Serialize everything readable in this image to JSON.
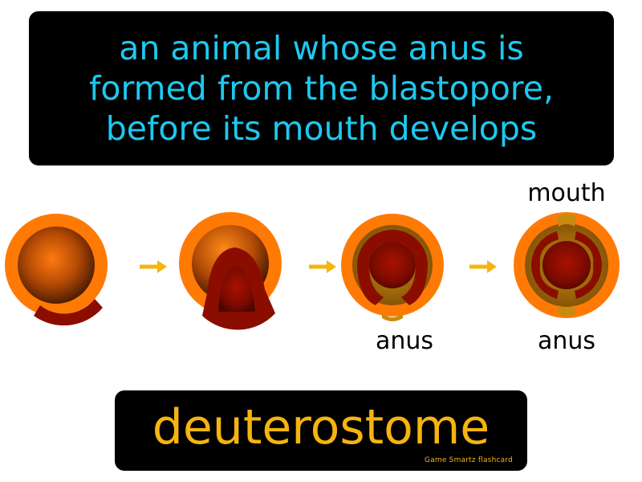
{
  "definition": {
    "lines": [
      "an animal whose anus is",
      "formed from the blastopore,",
      "before its mouth develops"
    ]
  },
  "diagram": {
    "labels": {
      "anus_stage3": "anus",
      "anus_stage4": "anus",
      "mouth_stage4": "mouth"
    }
  },
  "term": "deuterostome",
  "credit": "Game Smartz flashcard",
  "colors": {
    "definition_text": "#1ec8ee",
    "term_text": "#f6b40f",
    "embryo_outer": "#ff7a05",
    "embryo_inner": "#8a0d00",
    "arrow": "#f6b40f"
  }
}
